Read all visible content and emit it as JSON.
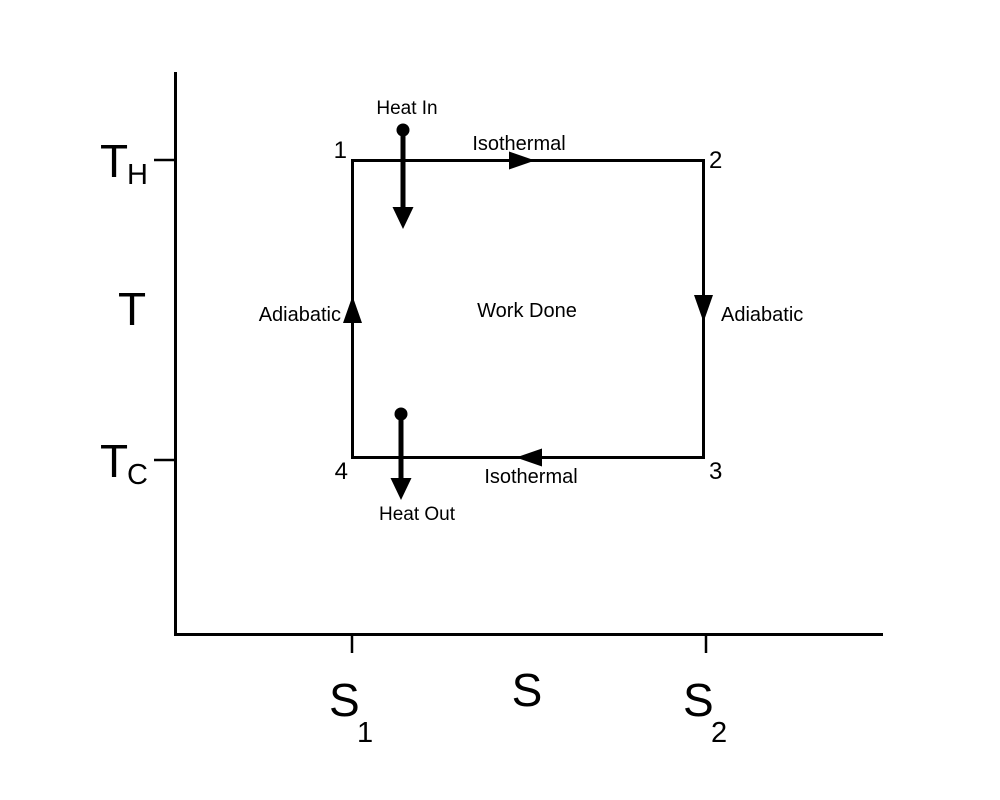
{
  "axes": {
    "y_title": "T",
    "x_title": "S",
    "y_tick_high": {
      "base": "T",
      "sub": "H"
    },
    "y_tick_low": {
      "base": "T",
      "sub": "C"
    },
    "x_tick_left": {
      "base": "S",
      "sub": "1"
    },
    "x_tick_right": {
      "base": "S",
      "sub": "2"
    }
  },
  "cycle": {
    "corner_labels": [
      "1",
      "2",
      "3",
      "4"
    ],
    "top_process": "Isothermal",
    "bottom_process": "Isothermal",
    "left_process": "Adiabatic",
    "right_process": "Adiabatic",
    "center_text": "Work Done",
    "heat_in": "Heat In",
    "heat_out": "Heat Out"
  },
  "colors": {
    "ink": "#000000",
    "background": "#ffffff"
  }
}
